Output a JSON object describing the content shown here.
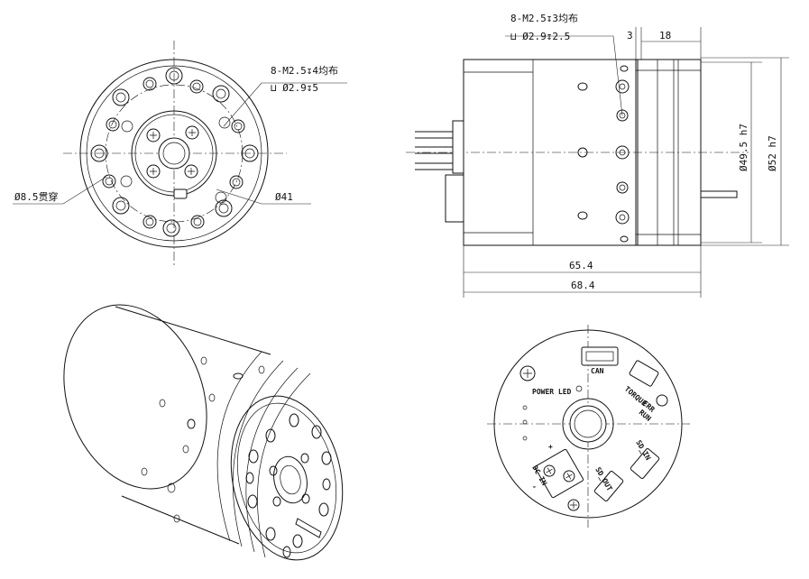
{
  "front_view": {
    "thread_callout_line1": "8-M2.5↧4均布",
    "thread_callout_line2": "⊔ Ø2.9↧5",
    "through_hole": "Ø8.5贯穿",
    "bolt_circle": "Ø41"
  },
  "side_view": {
    "thread_callout_line1": "8-M2.5↧3均布",
    "thread_callout_line2": "⊔ Ø2.9↧2.5",
    "dim_flange_gap": "3",
    "dim_flange_width": "18",
    "dim_inner_diameter": "Ø49.5 h7",
    "dim_outer_diameter": "Ø52 h7",
    "dim_body_length": "65.4",
    "dim_total_length": "68.4"
  },
  "rear_view": {
    "can_label": "CAN",
    "power_led": "POWER LED",
    "torque_label": "TORQUE",
    "err_label": "ERR",
    "run_label": "RUN",
    "dc_in": "DC IN",
    "sd_out": "SD_OUT",
    "sd_in": "SD_IN",
    "plus": "+",
    "minus": "-"
  }
}
